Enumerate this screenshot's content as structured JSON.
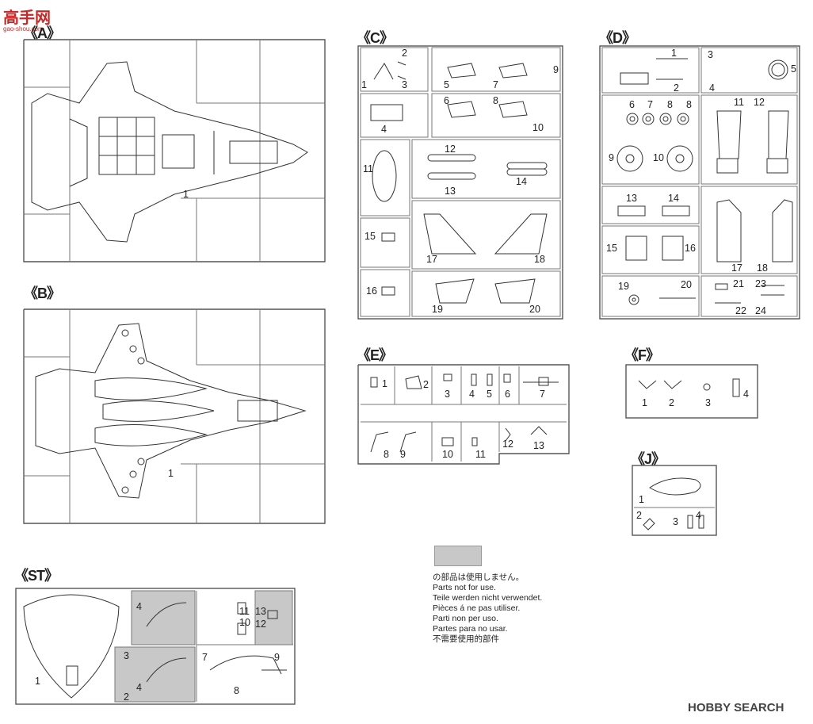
{
  "watermark": {
    "top_left": "高手网",
    "top_left_sub": "gao-shou.com",
    "bottom_right": "HOBBY SEARCH"
  },
  "sprues": {
    "A": {
      "label": "《A》",
      "parts": [
        "1"
      ]
    },
    "B": {
      "label": "《B》",
      "parts": [
        "1"
      ]
    },
    "C": {
      "label": "《C》",
      "parts": [
        "1",
        "2",
        "3",
        "4",
        "5",
        "6",
        "7",
        "8",
        "9",
        "10",
        "11",
        "12",
        "13",
        "14",
        "15",
        "16",
        "17",
        "18",
        "19",
        "20"
      ]
    },
    "D": {
      "label": "《D》",
      "parts": [
        "1",
        "2",
        "3",
        "4",
        "5",
        "6",
        "7",
        "8",
        "8",
        "9",
        "10",
        "11",
        "12",
        "13",
        "14",
        "15",
        "16",
        "17",
        "18",
        "19",
        "20",
        "21",
        "22",
        "23",
        "24"
      ]
    },
    "E": {
      "label": "《E》",
      "parts": [
        "1",
        "2",
        "3",
        "4",
        "5",
        "6",
        "7",
        "8",
        "9",
        "10",
        "11",
        "12",
        "13"
      ]
    },
    "F": {
      "label": "《F》",
      "parts": [
        "1",
        "2",
        "3",
        "4"
      ]
    },
    "J": {
      "label": "《J》",
      "parts": [
        "1",
        "2",
        "3",
        "4"
      ]
    },
    "ST": {
      "label": "《ST》",
      "parts": [
        "1",
        "2",
        "3",
        "4",
        "4",
        "7",
        "8",
        "9",
        "10",
        "11",
        "12",
        "13"
      ]
    }
  },
  "legend": {
    "swatch_color": "#c8c8c8",
    "lines": [
      "の部品は使用しません。",
      "Parts not for use.",
      "Teile werden nicht verwendet.",
      "Pièces á ne pas utiliser.",
      "Parti non per uso.",
      "Partes para no usar.",
      "不需要使用的部件"
    ]
  }
}
